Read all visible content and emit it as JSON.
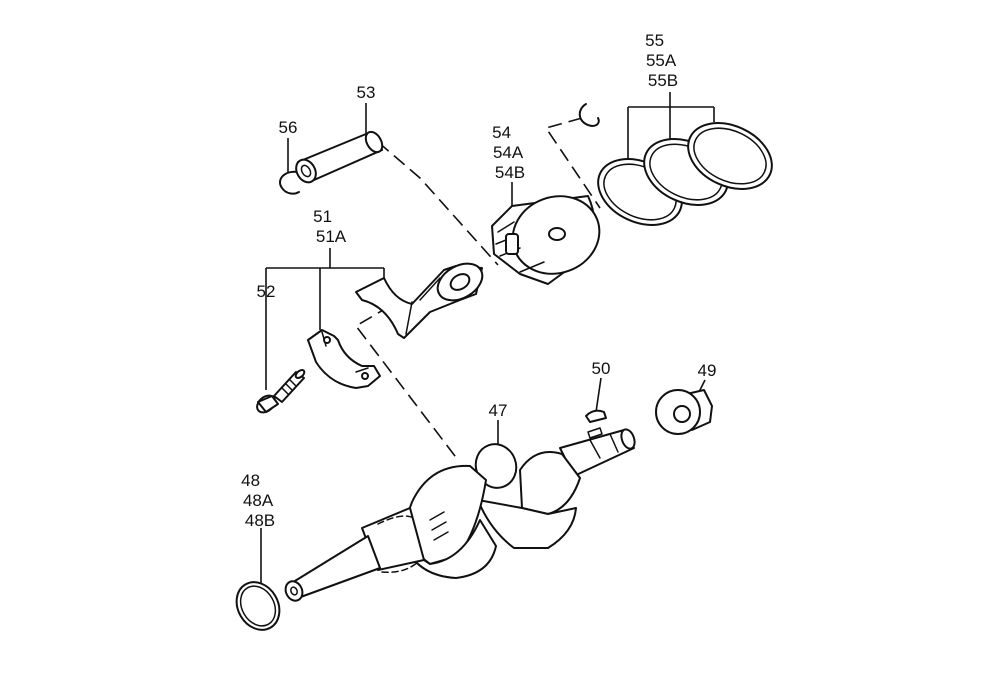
{
  "colors": {
    "ink": "#111111",
    "background": "#ffffff"
  },
  "callouts": {
    "c55": [
      "55",
      "55A",
      "55B"
    ],
    "c53": [
      "53"
    ],
    "c56": [
      "56"
    ],
    "c54": [
      "54",
      "54A",
      "54B"
    ],
    "c51": [
      "51",
      "51A"
    ],
    "c52": [
      "52"
    ],
    "c50": [
      "50"
    ],
    "c49": [
      "49"
    ],
    "c47": [
      "47"
    ],
    "c48": [
      "48",
      "48A",
      "48B"
    ]
  }
}
